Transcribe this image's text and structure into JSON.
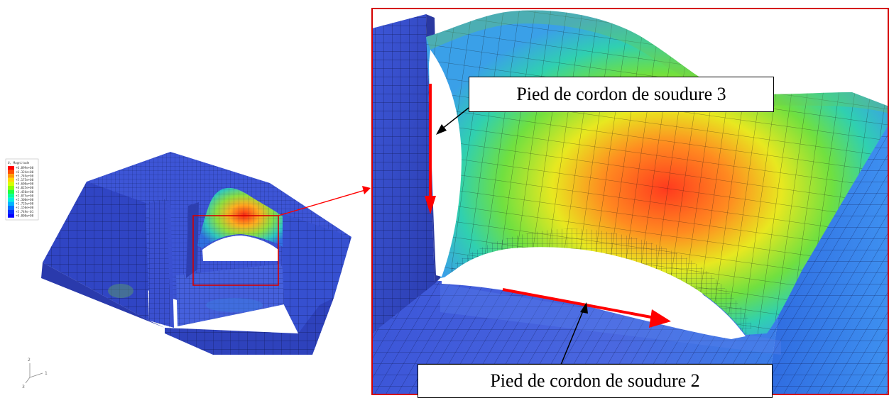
{
  "legend": {
    "title": "U, Magnitude",
    "values": [
      "+6.899e+00",
      "+6.324e+00",
      "+5.749e+00",
      "+5.175e+00",
      "+4.600e+00",
      "+4.025e+00",
      "+3.450e+00",
      "+2.875e+00",
      "+2.300e+00",
      "+1.725e+00",
      "+1.150e+00",
      "+5.749e-01",
      "+0.000e+00"
    ],
    "colors": [
      "#ff0000",
      "#ff5000",
      "#ff9a00",
      "#ffd800",
      "#d8ff00",
      "#8cff00",
      "#20ff40",
      "#00ff9a",
      "#00f0e0",
      "#00b4ff",
      "#0070ff",
      "#0030ff",
      "#0000ff"
    ]
  },
  "axes": {
    "labels": [
      "2",
      "1",
      "3"
    ]
  },
  "callouts": {
    "weld_toe_3": "Pied de cordon de soudure 3",
    "weld_toe_2": "Pied de cordon de soudure 2"
  },
  "colors": {
    "zoom_frame": "#d40000",
    "weld_arrow": "#ff0000",
    "leader": "#000000"
  }
}
